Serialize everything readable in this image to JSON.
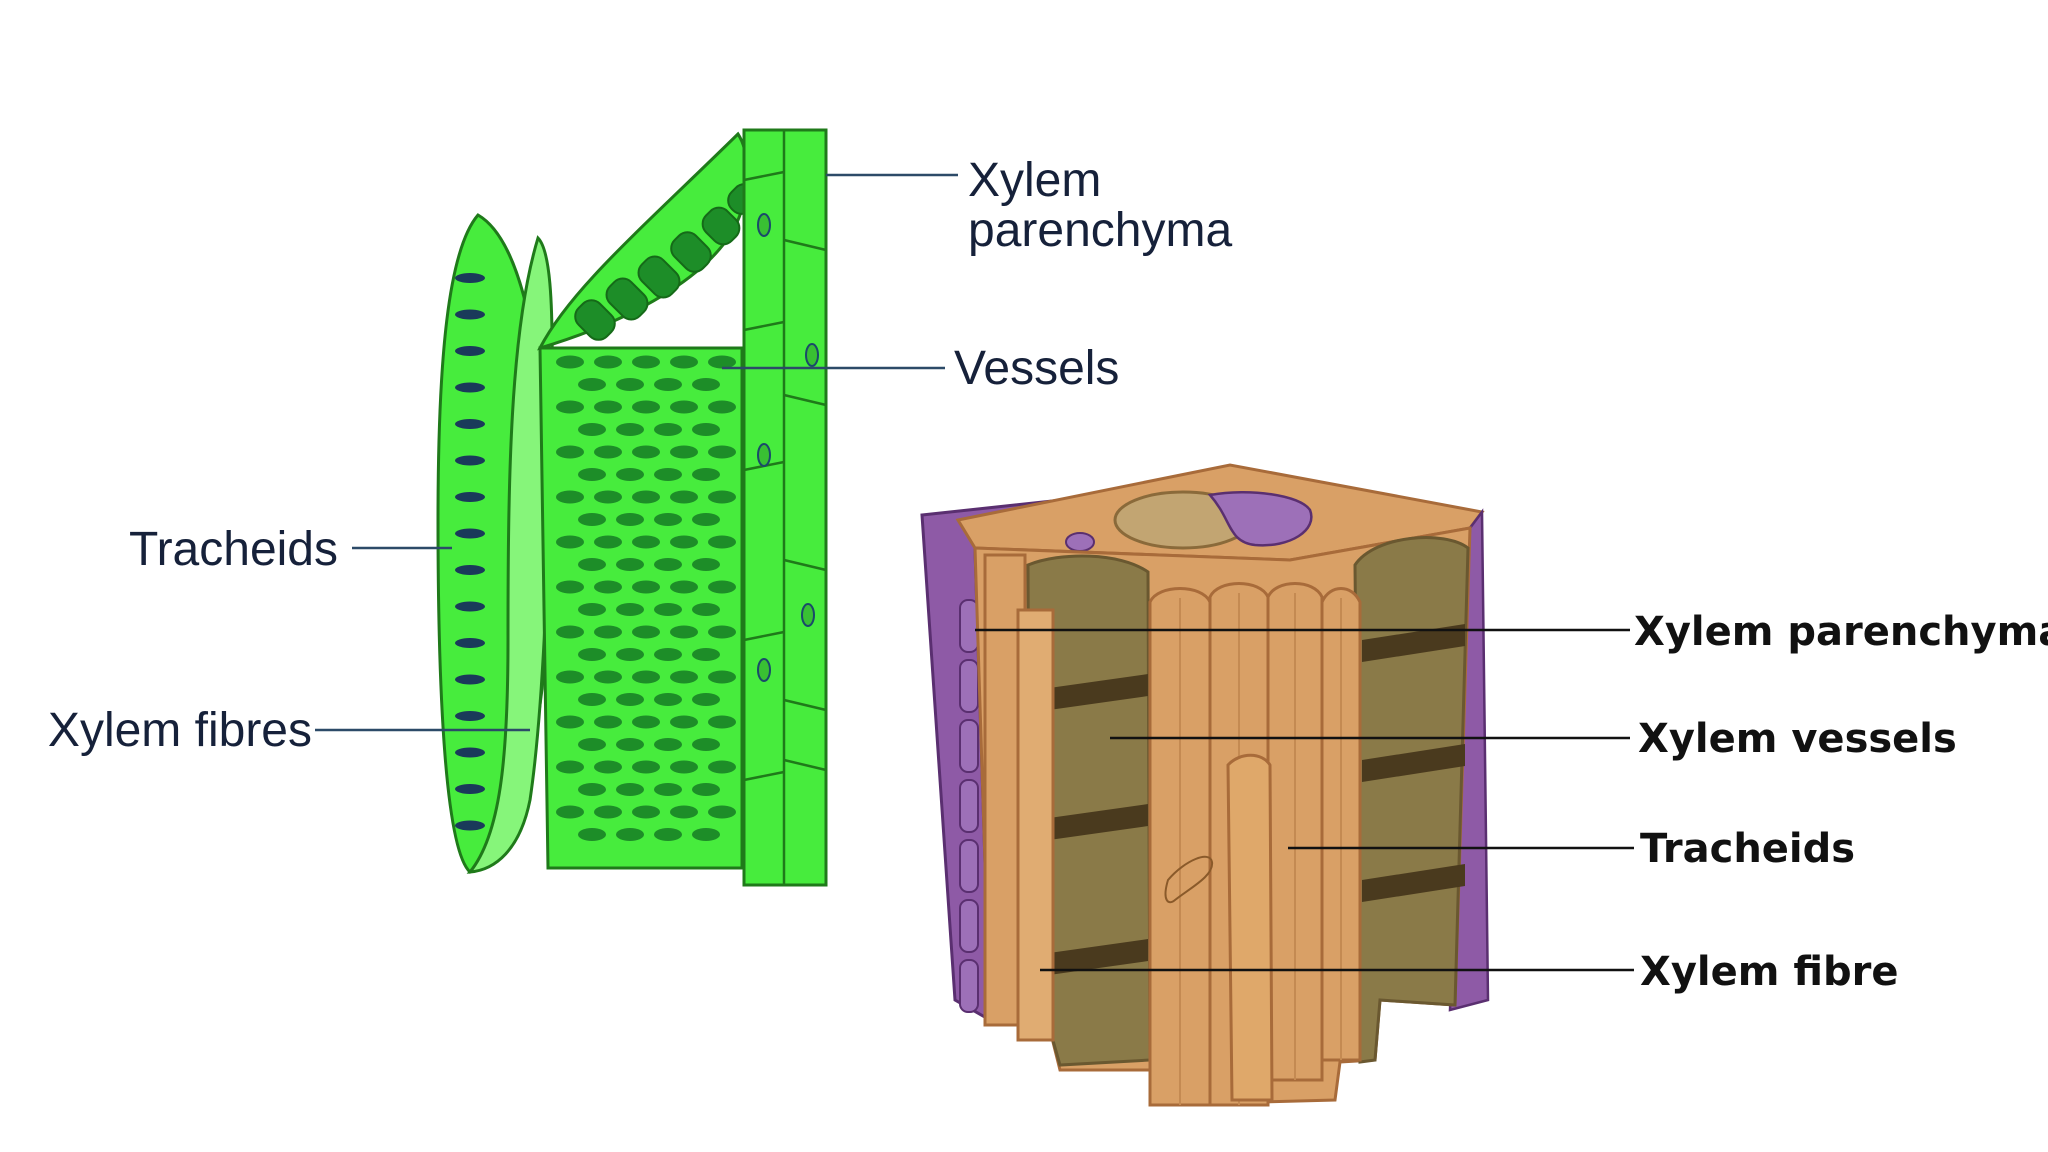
{
  "diagram_left": {
    "labels": {
      "xylem_parenchyma_line1": "Xylem",
      "xylem_parenchyma_line2": "parenchyma",
      "vessels": "Vessels",
      "tracheids": "Tracheids",
      "xylem_fibres": "Xylem fibres"
    },
    "colors": {
      "cell_fill": "#47ec3d",
      "cell_stroke": "#1f7a1a",
      "fibre_fill": "#86f57a",
      "pit_dark": "#1d8d28",
      "pit_tracheid": "#1a3a5a"
    }
  },
  "diagram_right": {
    "labels": {
      "xylem_parenchyma": "Xylem parenchyma",
      "xylem_vessels": "Xylem vessels",
      "tracheids": "Tracheids",
      "xylem_fibre": "Xylem fibre"
    },
    "colors": {
      "wood_fill": "#d9a066",
      "wood_dark": "#a86b3a",
      "vessel_interior": "#8a7a48",
      "vessel_band": "#4a3a1e",
      "parenchyma_purple": "#8e5aa6"
    }
  }
}
